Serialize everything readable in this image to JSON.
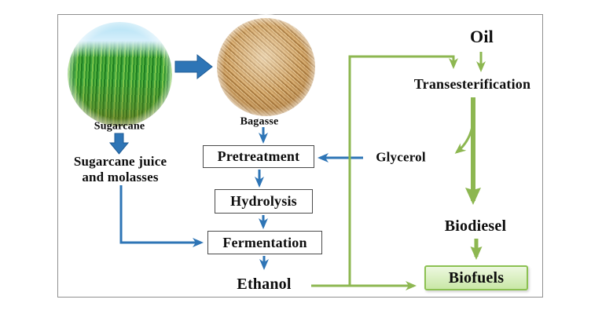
{
  "diagram": {
    "nodes": {
      "sugarcane": "Sugarcane",
      "bagasse": "Bagasse",
      "juice_line1": "Sugarcane juice",
      "juice_line2": "and molasses",
      "pretreatment": "Pretreatment",
      "hydrolysis": "Hydrolysis",
      "fermentation": "Fermentation",
      "ethanol": "Ethanol",
      "oil": "Oil",
      "transesterification": "Transesterification",
      "glycerol": "Glycerol",
      "biodiesel": "Biodiesel",
      "biofuels": "Biofuels"
    },
    "colors": {
      "blue_arrow": "#2e75b6",
      "green_arrow": "#8db751",
      "box_border": "#4a4a4a",
      "frame_border": "#8f8f8f",
      "biofuels_border": "#8cc152",
      "biofuels_fill_top": "#edf8e0",
      "biofuels_fill_bottom": "#c9e7a6",
      "text_color": "#0d0d0d"
    },
    "edges": [
      {
        "from": "Sugarcane",
        "to": "Bagasse",
        "color": "blue"
      },
      {
        "from": "Sugarcane",
        "to": "Sugarcane juice and molasses",
        "color": "blue"
      },
      {
        "from": "Bagasse",
        "to": "Pretreatment",
        "color": "blue"
      },
      {
        "from": "Pretreatment",
        "to": "Hydrolysis",
        "color": "blue"
      },
      {
        "from": "Hydrolysis",
        "to": "Fermentation",
        "color": "blue"
      },
      {
        "from": "Sugarcane juice and molasses",
        "to": "Fermentation",
        "color": "blue"
      },
      {
        "from": "Fermentation",
        "to": "Ethanol",
        "color": "blue"
      },
      {
        "from": "Glycerol",
        "to": "Pretreatment",
        "color": "blue"
      },
      {
        "from": "Oil",
        "to": "Transesterification",
        "color": "green"
      },
      {
        "from": "Ethanol",
        "to": "Transesterification",
        "color": "green"
      },
      {
        "from": "Transesterification",
        "to": "Glycerol",
        "color": "green"
      },
      {
        "from": "Transesterification",
        "to": "Biodiesel",
        "color": "green"
      },
      {
        "from": "Biodiesel",
        "to": "Biofuels",
        "color": "green"
      },
      {
        "from": "Ethanol",
        "to": "Biofuels",
        "color": "green"
      }
    ],
    "images": [
      "sugarcane-photo",
      "bagasse-photo"
    ]
  }
}
